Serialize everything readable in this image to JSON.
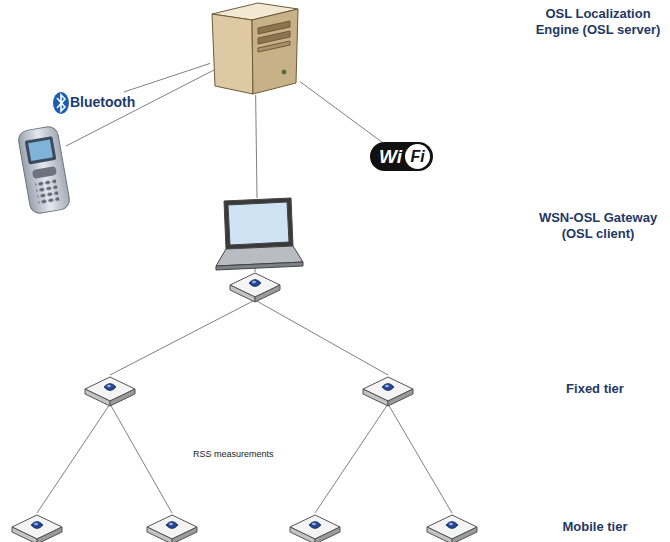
{
  "diagram": {
    "nodes": [
      {
        "text": [
          "OSL Localization Engine (OSL server)"
        ]
      },
      {
        "text": [
          "Bluetooth"
        ]
      },
      {
        "text": [
          "Wi",
          "Fi"
        ]
      },
      {
        "text": [
          "WSN-OSL Gateway (OSL client)"
        ]
      }
    ],
    "edges": [
      {
        "from": 0,
        "to": 1,
        "arrow": "none"
      },
      {
        "from": 0,
        "to": 2,
        "arrow": "none"
      },
      {
        "from": 0,
        "to": 3,
        "arrow": "none"
      }
    ],
    "labels": [
      "Fixed tier",
      "RSS measurements",
      "Mobile tier"
    ]
  }
}
